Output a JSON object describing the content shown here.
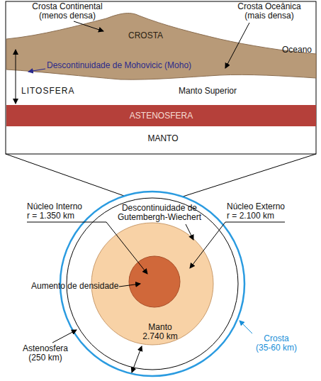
{
  "diagram": {
    "nodes": [
      {
        "text": [
          "CROSTA"
        ]
      },
      {
        "text": [
          "ASTENOSFERA"
        ]
      }
    ],
    "labels": [
      "Crosta Continental (menos densa)",
      "Crosta Oceânica (mais densa)",
      "Oceano",
      "Descontinuidade de Mohovicic (Moho)",
      "LITOSFERA",
      "Manto Superior",
      "MANTO",
      "Núcleo Interno r = 1.350 km",
      "Núcleo Externo r = 2.100 km",
      "Descontinuidade de Gutembergh-Wiechert",
      "Aumento de densidade",
      "Manto 2.740 km",
      "Astenosfera (250 km)",
      "Crosta (35-60 km)"
    ]
  }
}
